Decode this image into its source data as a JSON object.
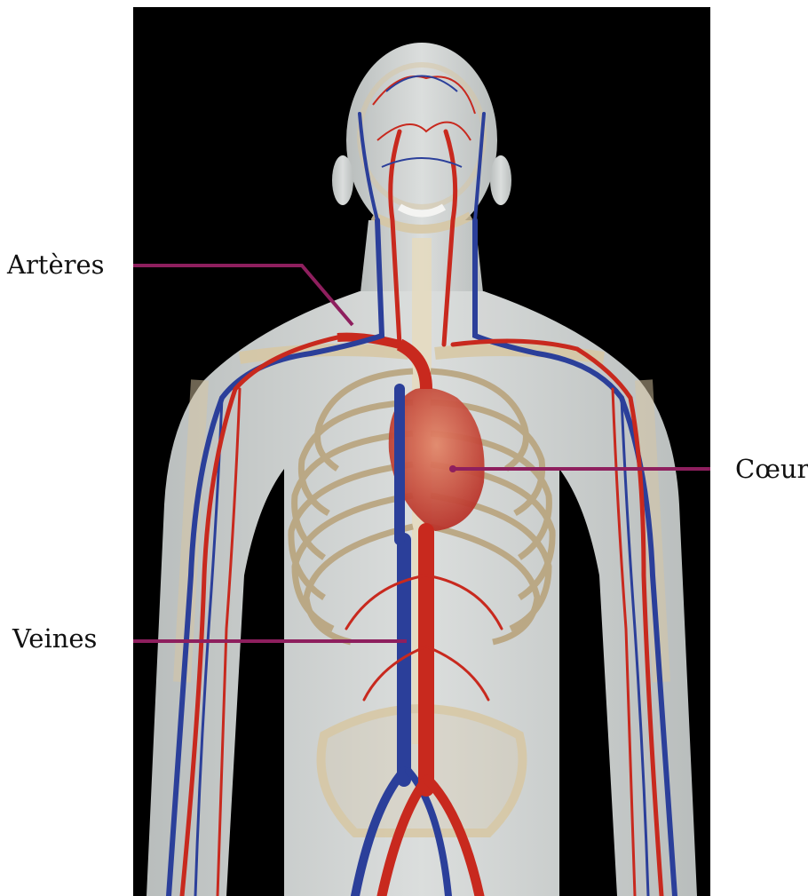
{
  "labels": {
    "arteries": "Artères",
    "heart": "Cœur",
    "veins": "Veines"
  },
  "colors": {
    "background": "#000000",
    "skin": "#dfe3e2",
    "bone": "#d7c7a2",
    "artery": "#c8291e",
    "vein": "#2b3f9a",
    "heart": "#c8462f",
    "leader_line": "#8e1f5e"
  }
}
